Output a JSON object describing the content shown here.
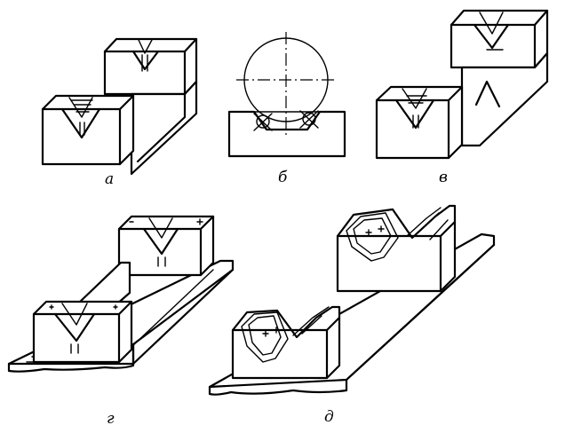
{
  "labels": {
    "a": "а",
    "b": "б",
    "v": "в",
    "g": "г",
    "d": "д"
  }
}
